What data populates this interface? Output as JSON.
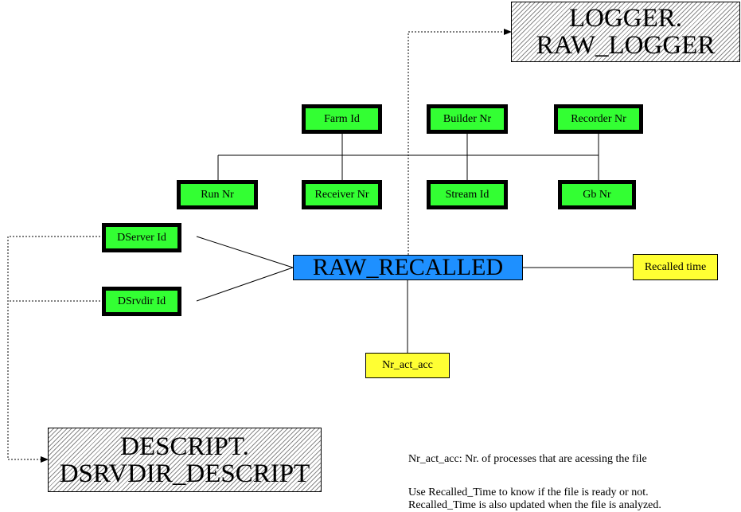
{
  "entities": {
    "logger_line1": "LOGGER.",
    "logger_line2": "RAW_LOGGER",
    "descript_line1": "DESCRIPT.",
    "descript_line2": "DSRVDIR_DESCRIPT"
  },
  "main_table": "RAW_RECALLED",
  "attributes": {
    "farm_id": "Farm Id",
    "builder_nr": "Builder Nr",
    "recorder_nr": "Recorder Nr",
    "run_nr": "Run Nr",
    "receiver_nr": "Receiver Nr",
    "stream_id": "Stream Id",
    "gb_nr": "Gb Nr",
    "dserver_id": "DServer Id",
    "dsrvdir_id": "DSrvdir Id"
  },
  "fields": {
    "recalled_time": "Recalled time",
    "nr_act_acc": "Nr_act_acc"
  },
  "notes": {
    "line1": "Nr_act_acc: Nr. of processes that are acessing the file",
    "line2": "Use Recalled_Time to know if the file is ready or not.",
    "line3": "Recalled_Time is also updated when the file is analyzed."
  },
  "colors": {
    "attribute_fill": "#33ff33",
    "field_fill": "#ffff33",
    "main_fill": "#1e90ff"
  }
}
